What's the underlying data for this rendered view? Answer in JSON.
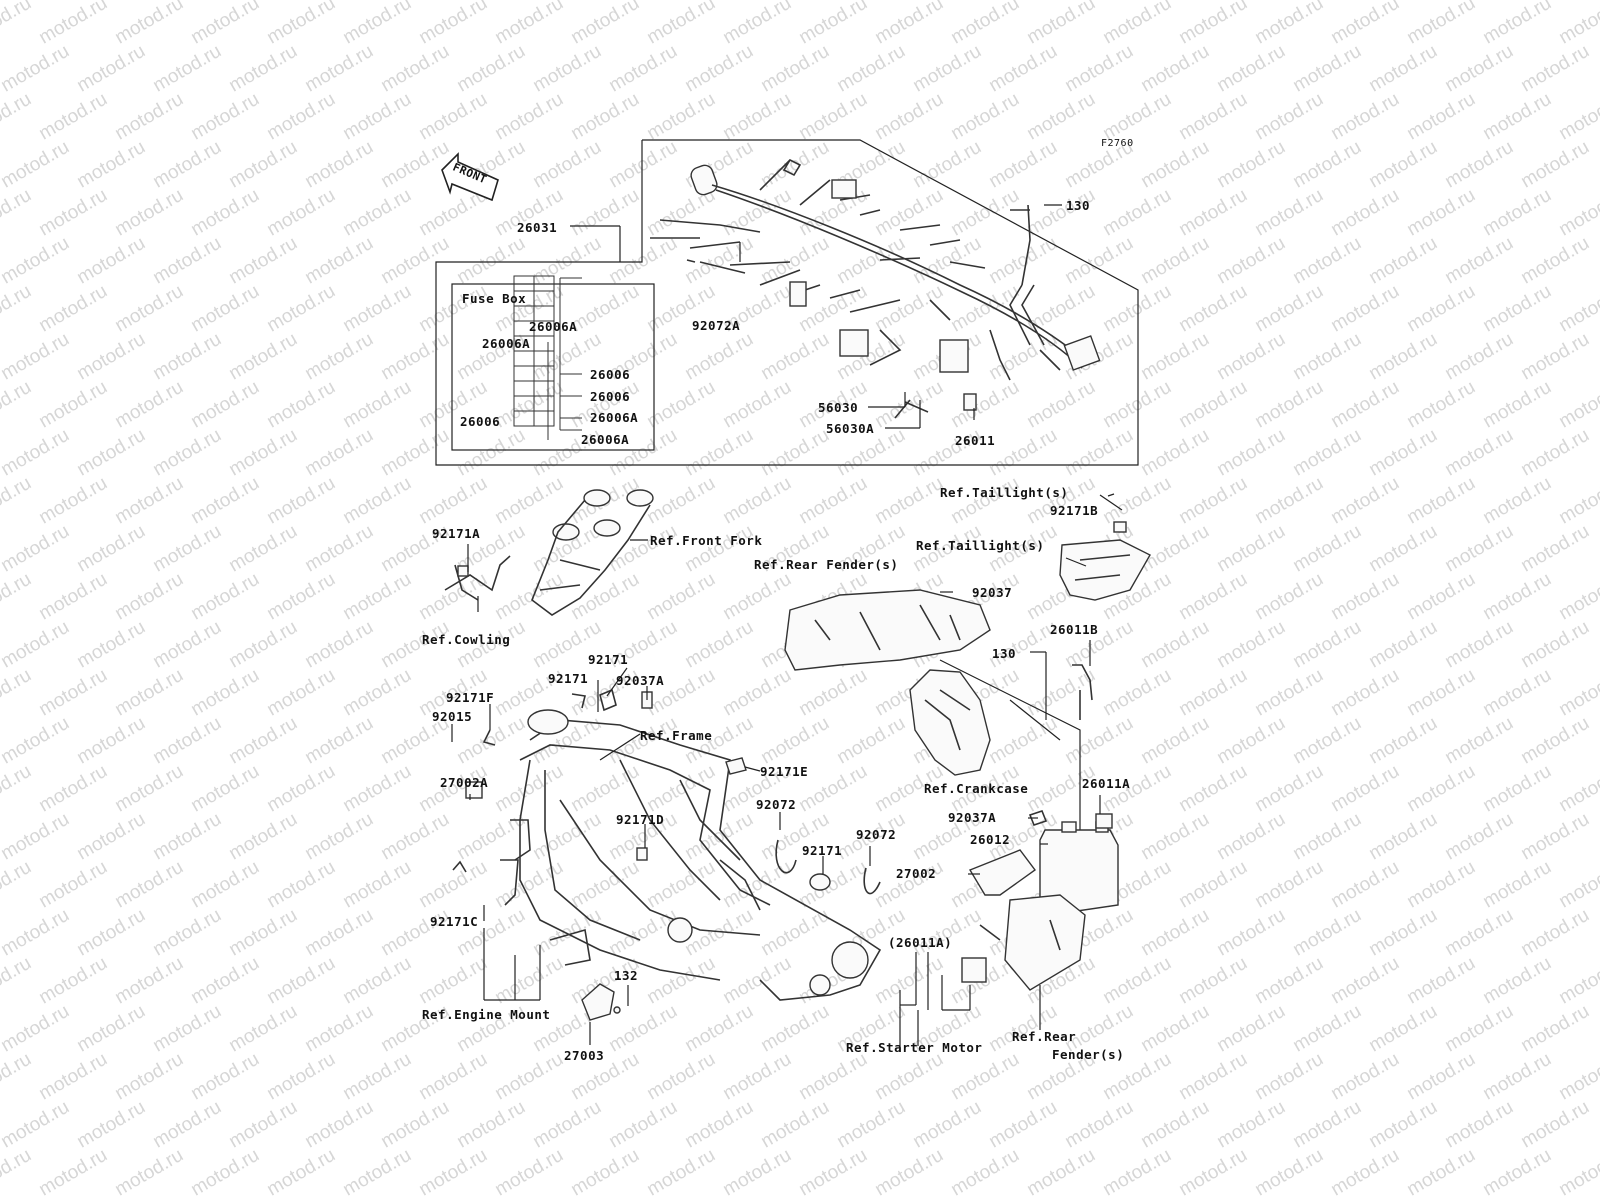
{
  "diagram": {
    "code": "F2760",
    "watermark": "motod.ru",
    "front_arrow": "FRONT",
    "fuse_box": {
      "title": "Fuse Box",
      "labels": [
        "26006A",
        "26006A",
        "26006",
        "26006",
        "26006A",
        "26006",
        "26006A"
      ]
    },
    "labels": [
      "26031",
      "130",
      "92072A",
      "56030",
      "56030A",
      "26011",
      "Ref.Taillight(s)",
      "92171B",
      "Ref.Taillight(s)",
      "92171A",
      "Ref.Front Fork",
      "Ref.Rear Fender(s)",
      "92037",
      "Ref.Cowling",
      "130",
      "26011B",
      "92171",
      "92171",
      "92037A",
      "92171F",
      "92015",
      "Ref.Frame",
      "92171E",
      "27002A",
      "92072",
      "92171D",
      "Ref.Crankcase",
      "26011A",
      "92037A",
      "26012",
      "92072",
      "92171",
      "27002",
      "92171C",
      "(26011A)",
      "132",
      "Ref.Engine Mount",
      "27003",
      "Ref.Starter Motor",
      "Ref.Rear",
      "Fender(s)"
    ]
  }
}
